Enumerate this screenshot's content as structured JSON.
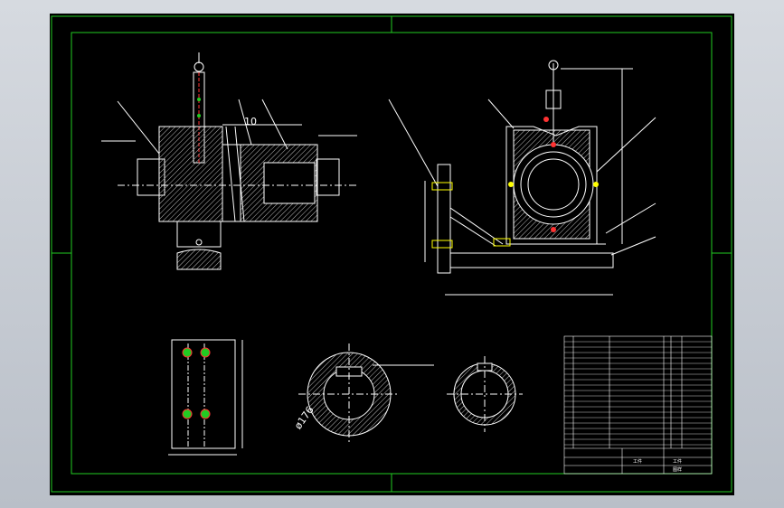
{
  "drawing": {
    "colors": {
      "window_bg": "#c7ccd4",
      "sheet_bg": "#000000",
      "frame": "#22cc22",
      "line": "#ffffff",
      "accent": "#ff3333",
      "highlight": "#ffff00",
      "hatch": "#cccccc"
    },
    "dimensions": {
      "dim_10": "10",
      "dim_phi176": "ø176"
    },
    "title_block": {
      "labels": [
        "工件",
        "工件",
        "图样"
      ]
    }
  }
}
